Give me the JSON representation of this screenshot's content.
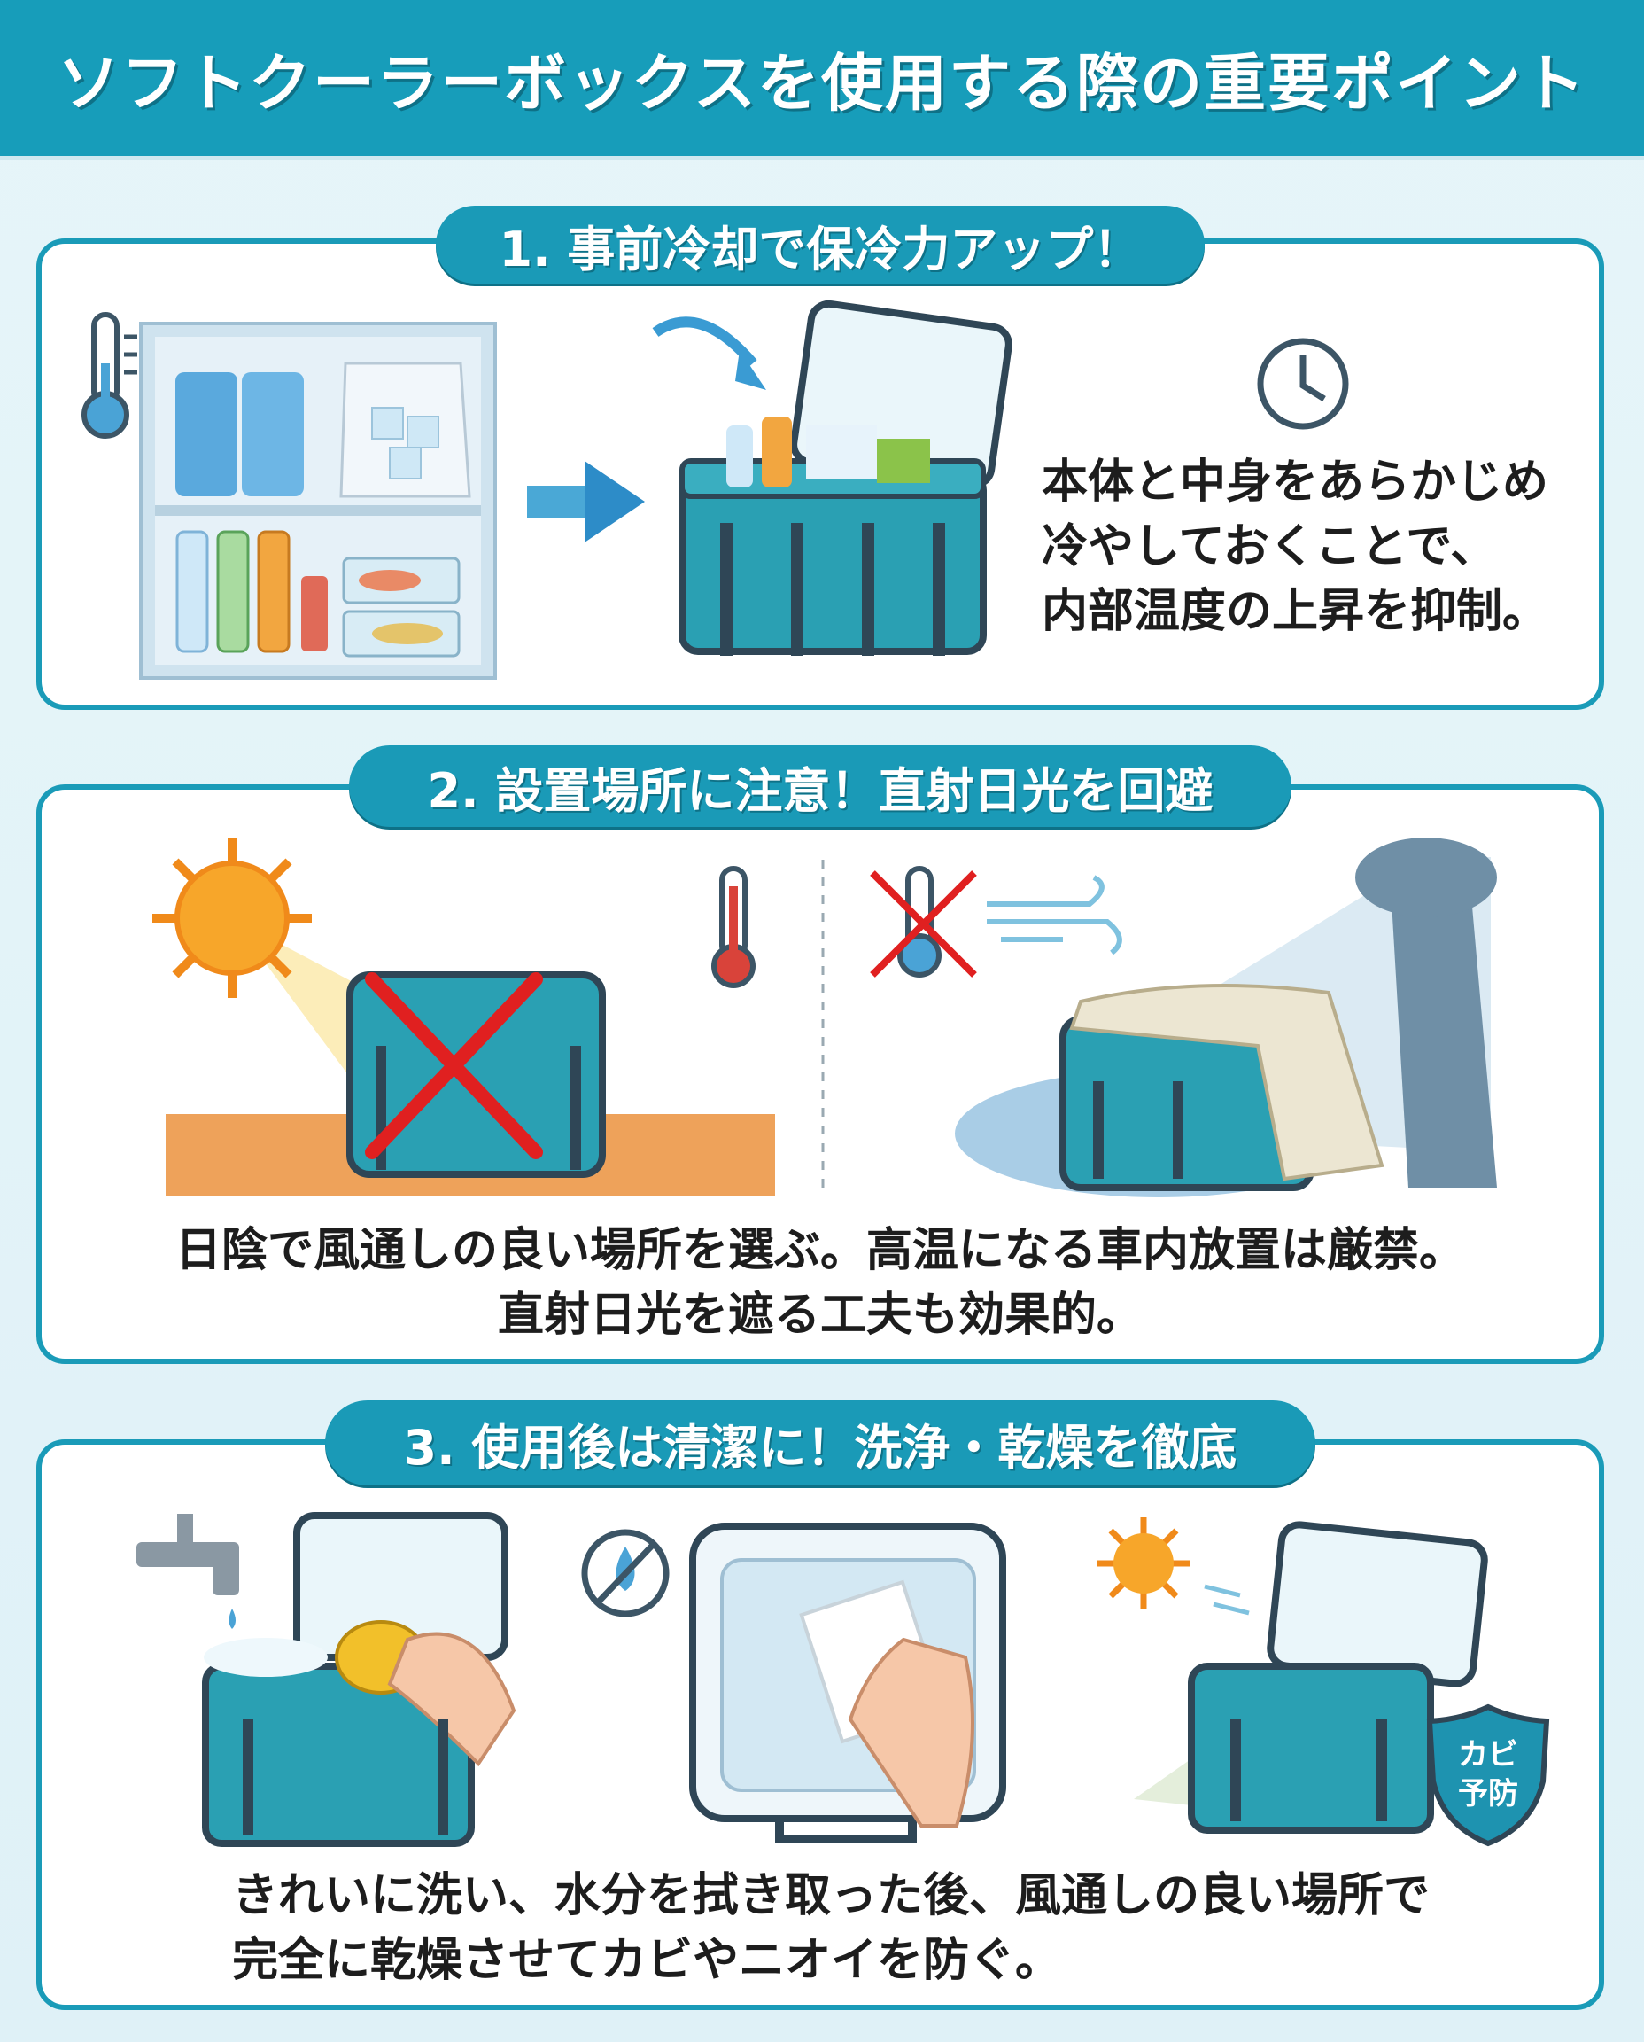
{
  "header": {
    "title": "ソフトクーラーボックスを使用する際の重要ポイント"
  },
  "sections": [
    {
      "heading": "1. 事前冷却で保冷力アップ！",
      "lines": [
        "本体と中身をあらかじめ",
        "冷やしておくことで、",
        "内部温度の上昇を抑制。"
      ]
    },
    {
      "heading": "2. 設置場所に注意！直射日光を回避",
      "lines": [
        "日陰で風通しの良い場所を選ぶ。高温になる車内放置は厳禁。",
        "直射日光を遮る工夫も効果的。"
      ]
    },
    {
      "heading": "3. 使用後は清潔に！洗浄・乾燥を徹底",
      "lines": [
        "きれいに洗い、水分を拭き取った後、風通しの良い場所で",
        "完全に乾燥させてカビやニオイを防ぐ。"
      ],
      "badge": "カビ予防"
    }
  ],
  "colors": {
    "primary": "#1a9bb8",
    "bag": "#2a9fb0",
    "warning": "#e02020",
    "sun": "#f5a623"
  }
}
